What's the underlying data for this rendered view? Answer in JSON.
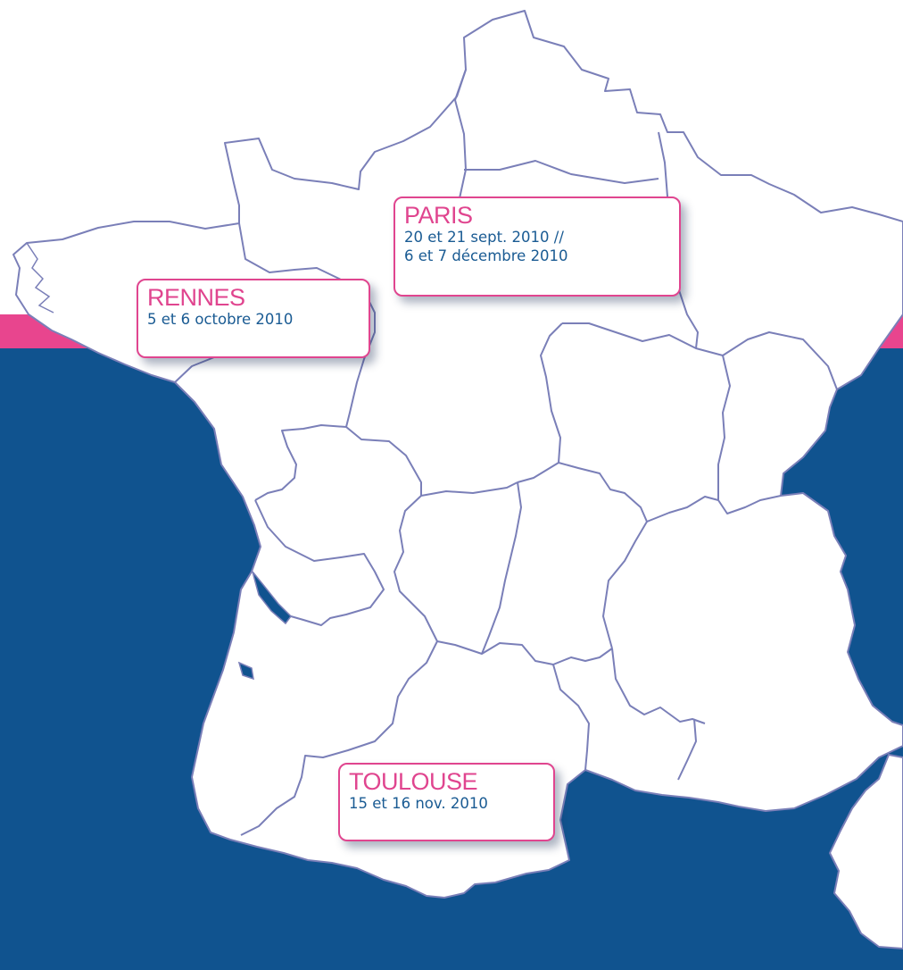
{
  "colors": {
    "sea": "#10538f",
    "land": "#ffffff",
    "border": "#7a7fb8",
    "accent_band": "#e8458e",
    "callout_border": "#e0458f",
    "city_text": "#e0458f",
    "date_text": "#1a5b93"
  },
  "callouts": {
    "paris": {
      "city": "PARIS",
      "dates_line1": "20 et 21 sept. 2010 //",
      "dates_line2": "6 et 7 décembre 2010"
    },
    "rennes": {
      "city": "RENNES",
      "dates_line1": "5 et 6 octobre 2010"
    },
    "toulouse": {
      "city": "TOULOUSE",
      "dates_line1": "15 et 16 nov. 2010"
    }
  }
}
